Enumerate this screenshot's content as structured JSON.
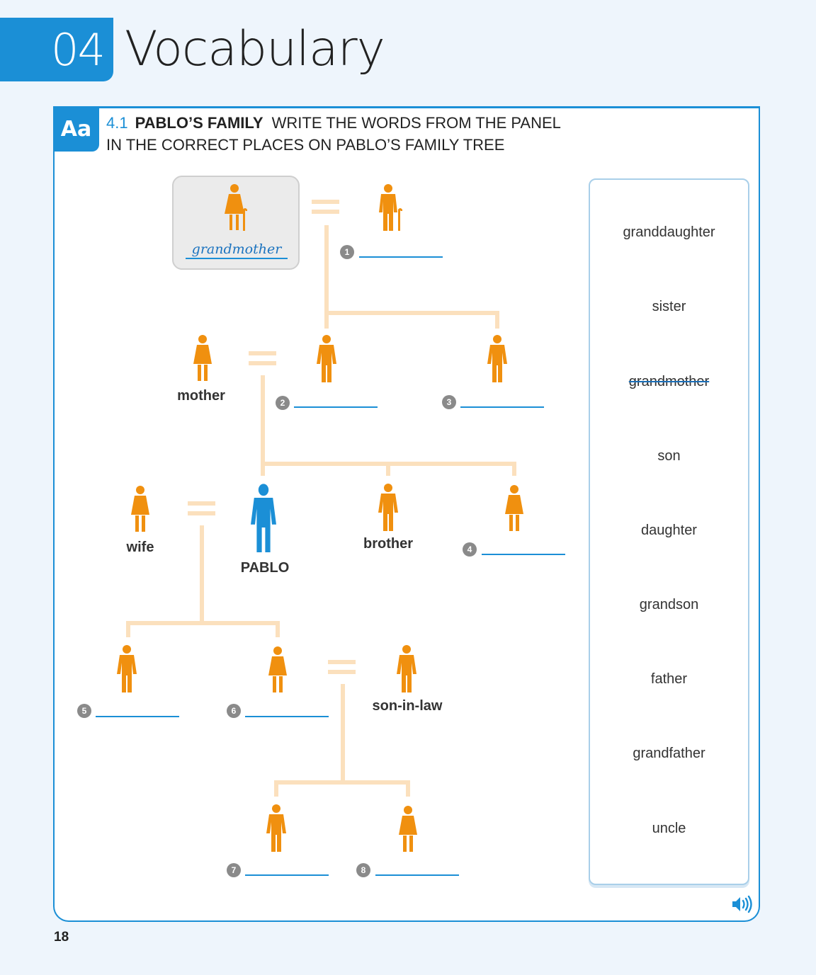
{
  "header": {
    "unit_number": "04",
    "unit_title": "Vocabulary"
  },
  "exercise": {
    "badge": "Aa",
    "number": "4.1",
    "title": "PABLO’S FAMILY",
    "instruction_line1": "WRITE THE WORDS FROM THE PANEL",
    "instruction_line2": "IN THE CORRECT PLACES ON PABLO’S FAMILY TREE"
  },
  "example": {
    "answer": "grandmother"
  },
  "tree": {
    "labels": {
      "mother": "mother",
      "wife": "wife",
      "pablo": "PABLO",
      "brother": "brother",
      "son_in_law": "son-in-law"
    },
    "blanks": [
      "1",
      "2",
      "3",
      "4",
      "5",
      "6",
      "7",
      "8"
    ]
  },
  "panel": {
    "words": [
      {
        "text": "granddaughter",
        "used": false
      },
      {
        "text": "sister",
        "used": false
      },
      {
        "text": "grandmother",
        "used": true
      },
      {
        "text": "son",
        "used": false
      },
      {
        "text": "daughter",
        "used": false
      },
      {
        "text": "grandson",
        "used": false
      },
      {
        "text": "father",
        "used": false
      },
      {
        "text": "grandfather",
        "used": false
      },
      {
        "text": "uncle",
        "used": false
      }
    ]
  },
  "footer": {
    "page_number": "18",
    "audio_icon": "speaker-icon"
  },
  "colors": {
    "accent": "#1b8fd6",
    "figure": "#f0900f",
    "pablo": "#1b8fd6",
    "tree_line": "#fbe0bd"
  }
}
